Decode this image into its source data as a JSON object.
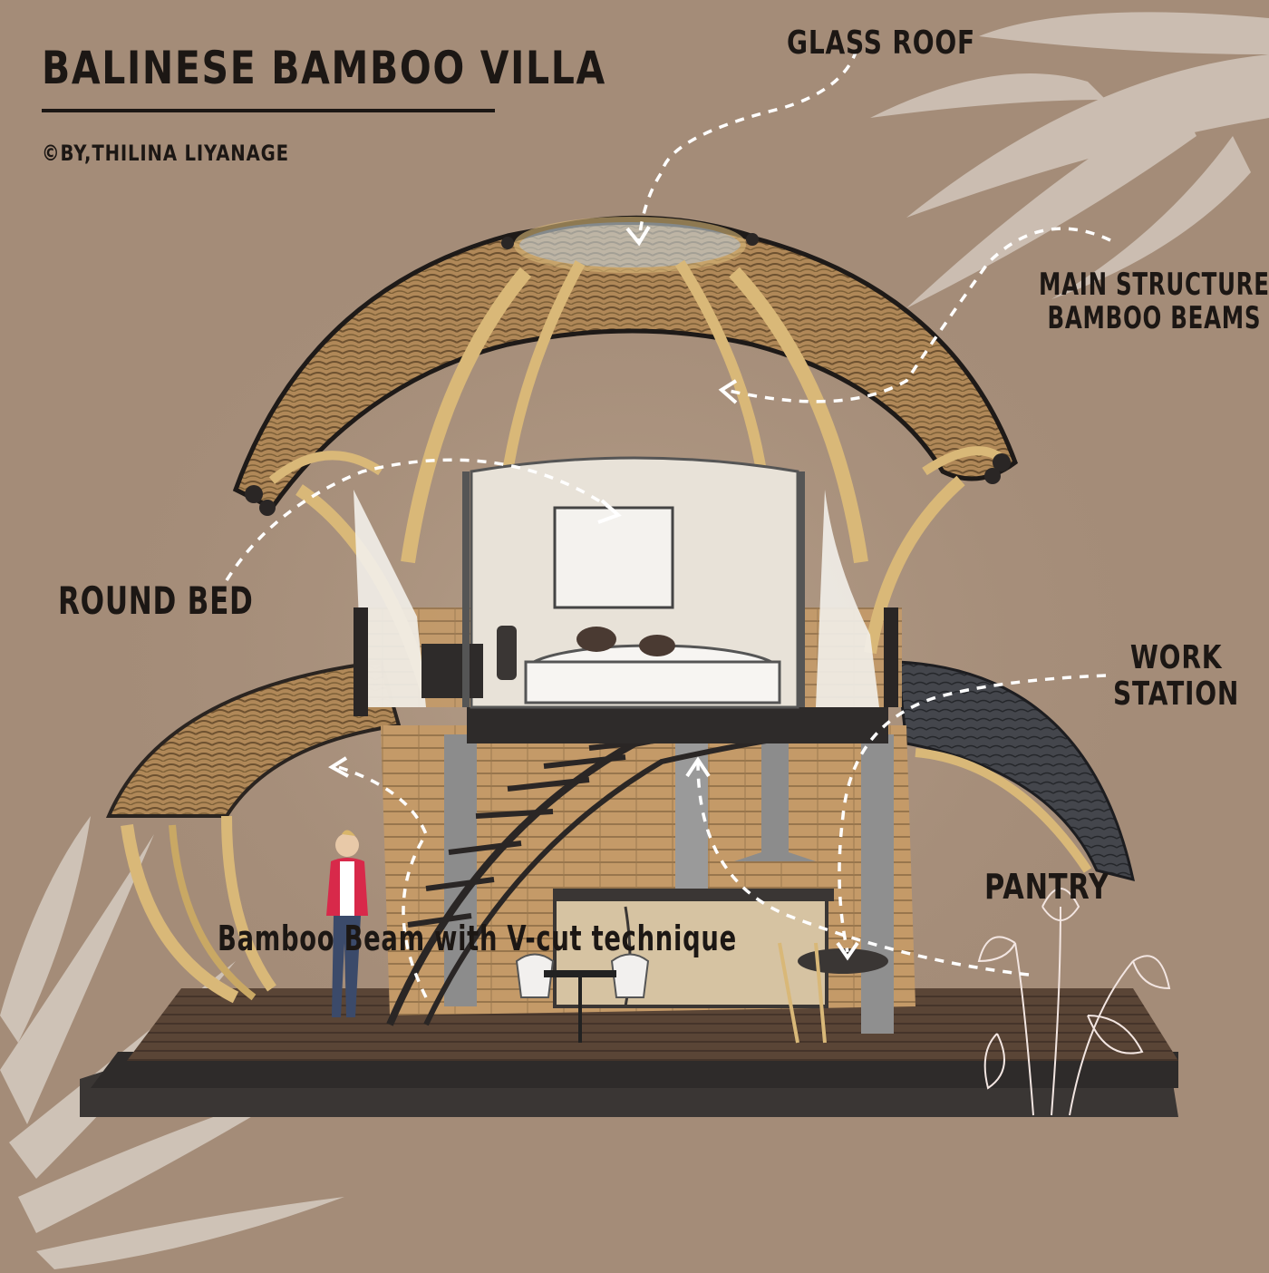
{
  "title": "BALINESE BAMBOO VILLA",
  "credit": "©BY,THILINA LIYANAGE",
  "labels": {
    "glass_roof": "GLASS ROOF",
    "main_structure_line1": "MAIN STRUCTURE",
    "main_structure_line2": "BAMBOO BEAMS",
    "round_bed": "ROUND BED",
    "work_line1": "WORK",
    "work_line2": "STATION",
    "pantry": "PANTRY",
    "bamboo_beam": "Bamboo Beam with V-cut technique"
  },
  "colors": {
    "background": "#a48c78",
    "bamboo": "#d9b878",
    "bamboo_dark": "#8a6a3c",
    "thatch": "#b08858",
    "floor": "#3a3634",
    "ink": "#1c1714",
    "arrow": "#ffffff",
    "leaf": "#ebe6e0"
  }
}
